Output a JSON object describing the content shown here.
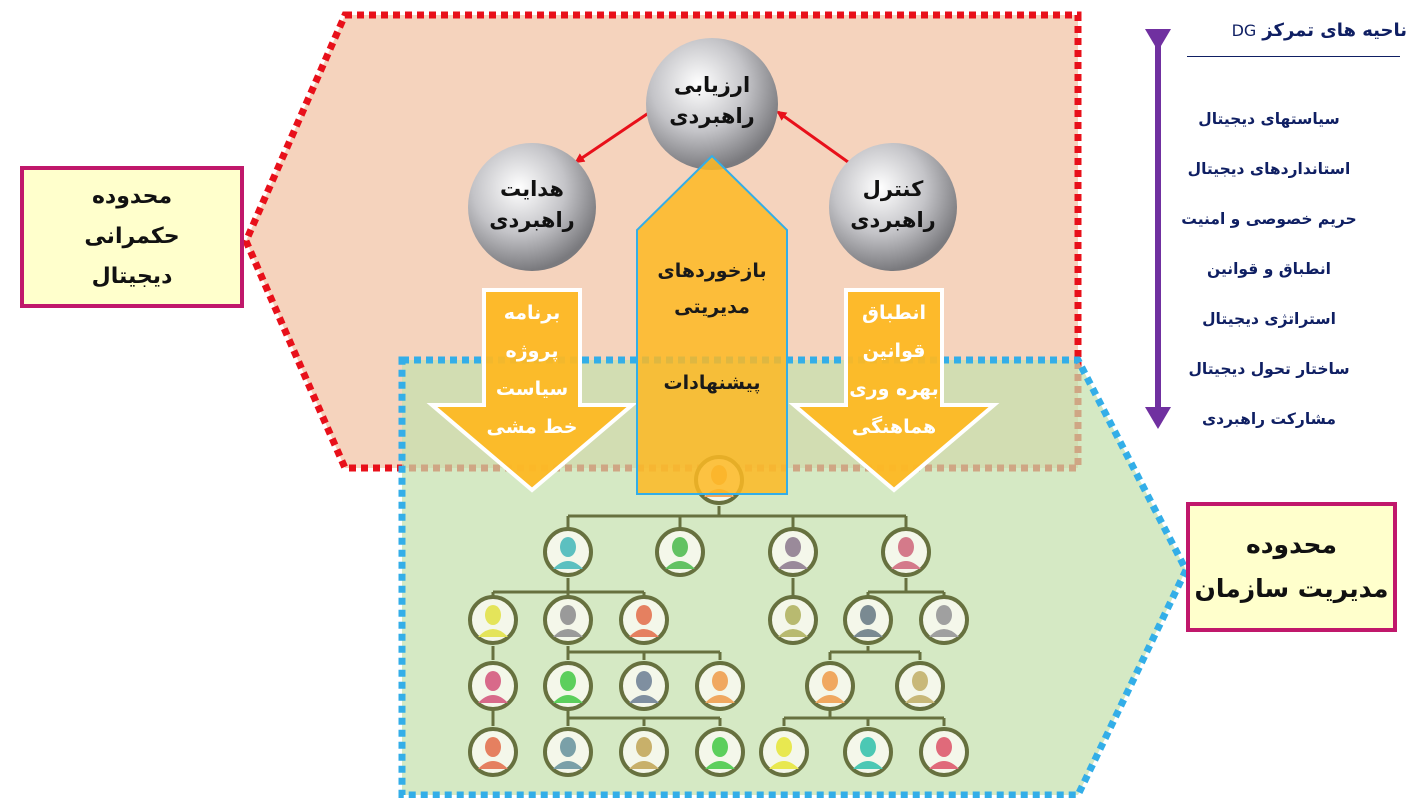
{
  "colors": {
    "governance_fill": "#f5d3bd",
    "governance_border": "#e8101a",
    "management_fill": "#d5e8c3",
    "management_border": "#33aee8",
    "arrow_orange": "#fdb823",
    "label_box_border": "#c0186b",
    "label_box_fill": "#ffffcc",
    "accent_purple": "#7030a0",
    "text_navy": "#0f1f63"
  },
  "governance_zone": {
    "label_lines": [
      "محدوده",
      "حکمرانی",
      "دیجیتال"
    ]
  },
  "management_zone": {
    "label_lines": [
      "محدوده",
      "مدیریت سازمان"
    ]
  },
  "circles": {
    "evaluate": [
      "ارزیابی",
      "راهبردی"
    ],
    "direct": [
      "هدایت",
      "راهبردی"
    ],
    "monitor": [
      "کنترل",
      "راهبردی"
    ]
  },
  "arrows": {
    "left_down": [
      "برنامه",
      "پروژه",
      "سیاست",
      "خط مشی"
    ],
    "center_up": [
      "بازخوردهای",
      "مدیریتی",
      "پیشنهادات"
    ],
    "right_down": [
      "انطباق",
      "قوانین",
      "بهره وری",
      "هماهنگی"
    ]
  },
  "focus_areas": {
    "title": "ناحیه های تمرکز",
    "title_tag": "DG",
    "items": [
      "سیاستهای دیجیتال",
      "استانداردهای دیجیتال",
      "حریم خصوصی و امنیت",
      "انطباق و قوانین",
      "استراتژی دیجیتال",
      "ساختار تحول دیجیتال",
      "مشارکت راهبردی"
    ]
  },
  "org_chart": {
    "person_colors": [
      "#f0a860",
      "#5cc0c0",
      "#62c262",
      "#9a8a9a",
      "#d47a8a",
      "#e4e45a",
      "#9a9a9a",
      "#e58060",
      "#b8ba70",
      "#7a8a92",
      "#a0a0a0",
      "#d86a8a",
      "#5ccf5c",
      "#7f8fa0",
      "#f0a860",
      "#f0a860",
      "#c8b878",
      "#e58060",
      "#7aa0a8",
      "#c8b06a",
      "#5ccf5c",
      "#e8e850",
      "#4cc8b4",
      "#e06a7a"
    ]
  }
}
